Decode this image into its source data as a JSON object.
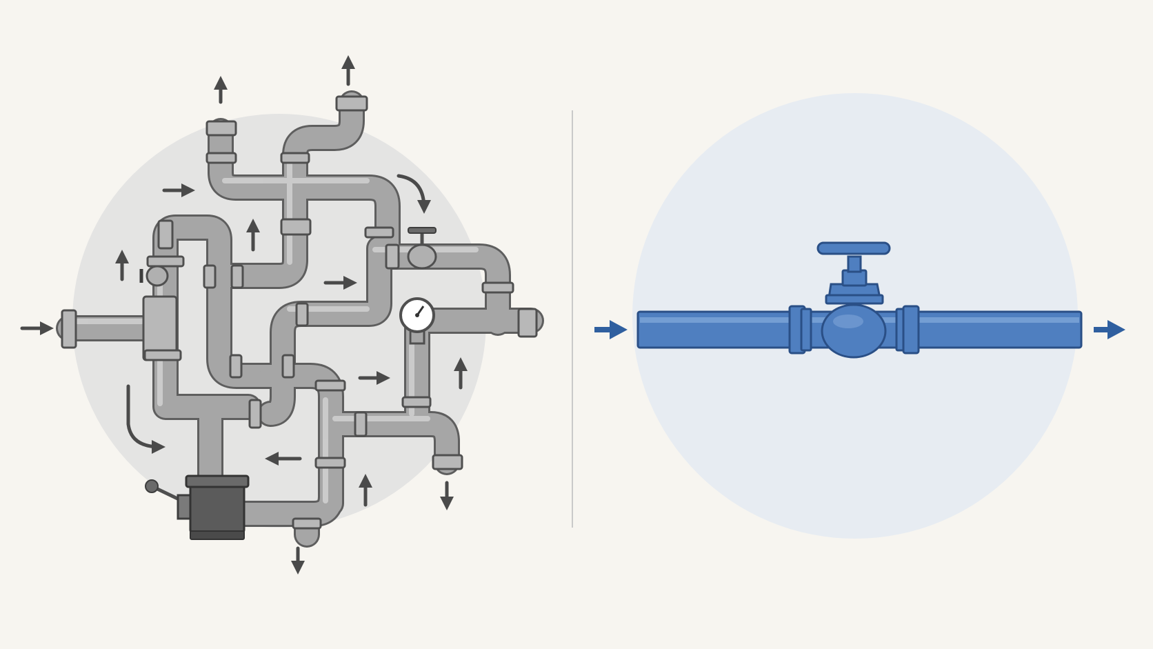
{
  "canvas": {
    "background": "#f7f5f0"
  },
  "panels": [
    {
      "id": "complex-system",
      "description_icon": "tangled-pipe-network-icon",
      "backdrop_color": "#e4e4e3",
      "pipe_color": "#a6a6a6",
      "pipe_highlight": "#cfcfcf",
      "pipe_outline": "#5e5e5e",
      "arrow_color": "#4a4a4a",
      "flow_arrow_count": 16
    },
    {
      "id": "simple-system",
      "description_icon": "straight-pipe-with-valve-icon",
      "backdrop_color": "#e7ecf2",
      "pipe_color": "#4f7fc0",
      "pipe_highlight": "#8eb2e0",
      "pipe_outline": "#2a4f86",
      "arrow_color": "#2f5f9f",
      "flow_arrow_count": 2
    }
  ],
  "divider": {
    "color": "#c9c9c9"
  }
}
